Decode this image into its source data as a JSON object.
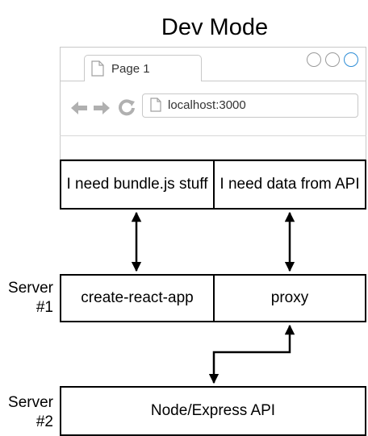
{
  "title": "Dev Mode",
  "browser": {
    "tab_label": "Page 1",
    "url": "localhost:3000",
    "icons": [
      "page-icon",
      "back-arrow-icon",
      "forward-arrow-icon",
      "reload-icon"
    ]
  },
  "requests": {
    "left": "I need bundle.js stuff",
    "right": "I need data from API"
  },
  "server1": {
    "label": "Server #1",
    "left_box": "create-react-app",
    "right_box": "proxy"
  },
  "server2": {
    "label": "Server #2",
    "box": "Node/Express API"
  },
  "colors": {
    "browser_border": "#c8c8c8",
    "active_window_button": "#2d8dd6",
    "box_border": "#000000"
  }
}
